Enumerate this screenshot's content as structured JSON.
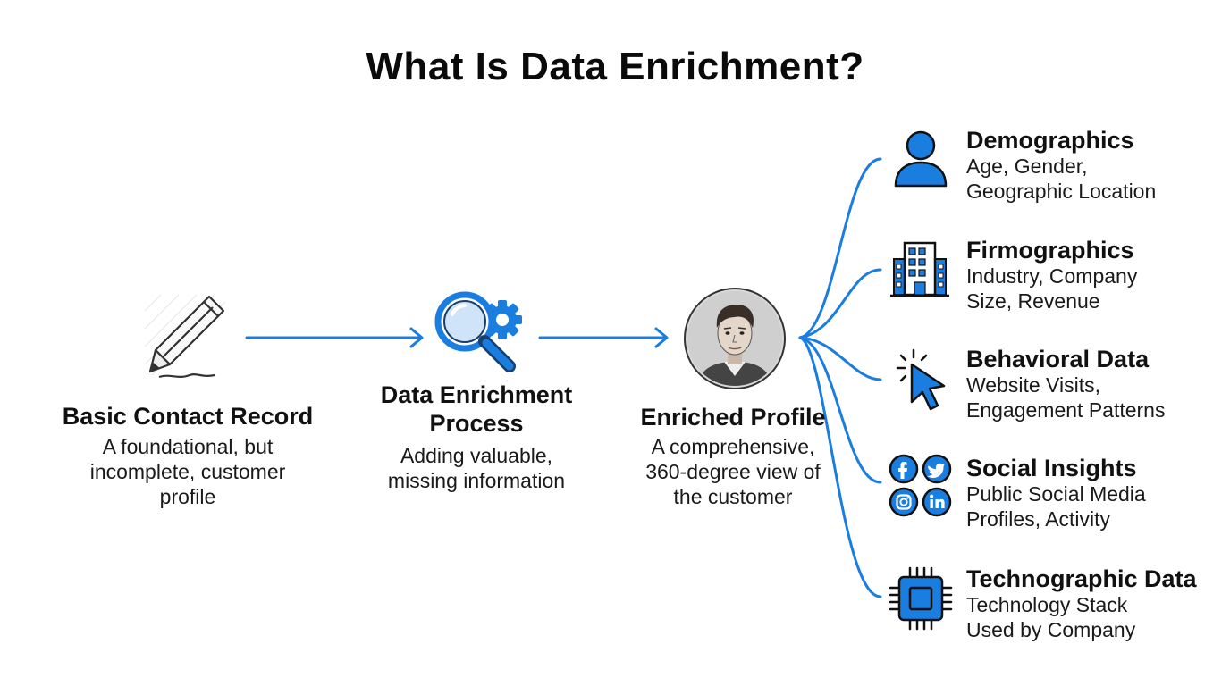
{
  "title": "What Is Data Enrichment?",
  "colors": {
    "accent": "#1a7de0",
    "ink": "#111111"
  },
  "stages": [
    {
      "icon": "pencil-icon",
      "title": "Basic Contact Record",
      "desc": [
        "A foundational, but",
        "incomplete, customer",
        "profile"
      ]
    },
    {
      "icon": "magnifier-gear-icon",
      "title": [
        "Data Enrichment",
        "Process"
      ],
      "desc": [
        "Adding valuable,",
        "missing information"
      ]
    },
    {
      "icon": "profile-portrait-icon",
      "title": "Enriched Profile",
      "desc": [
        "A comprehensive,",
        "360-degree view of",
        "the customer"
      ]
    }
  ],
  "categories": [
    {
      "icon": "person-icon",
      "title": "Demographics",
      "desc": [
        "Age, Gender,",
        "Geographic Location"
      ]
    },
    {
      "icon": "building-icon",
      "title": "Firmographics",
      "desc": [
        "Industry, Company",
        "Size, Revenue"
      ]
    },
    {
      "icon": "cursor-click-icon",
      "title": "Behavioral Data",
      "desc": [
        "Website Visits,",
        "Engagement Patterns"
      ]
    },
    {
      "icon": "social-media-icon",
      "title": "Social Insights",
      "desc": [
        "Public Social Media",
        "Profiles, Activity"
      ]
    },
    {
      "icon": "chip-icon",
      "title": "Technographic Data",
      "desc": [
        "Technology Stack",
        "Used by Company"
      ]
    }
  ]
}
